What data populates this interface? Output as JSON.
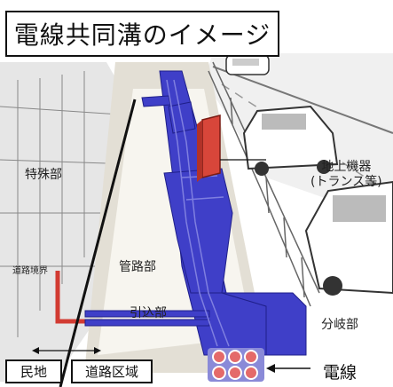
{
  "title": "電線共同溝のイメージ",
  "labels": {
    "special": "特殊部",
    "ground_equipment_line1": "地上機器",
    "ground_equipment_line2": "(トランス等)",
    "road_boundary": "道路境界",
    "conduit": "管路部",
    "service": "引込部",
    "branch": "分岐部",
    "wire": "電線",
    "private_land": "民地",
    "road_area": "道路区域"
  },
  "colors": {
    "conduit_blue": "#3f3fc8",
    "transformer_red": "#d8463a",
    "service_pipe_red": "#d23b32",
    "cable_pink": "#e46a6a"
  }
}
